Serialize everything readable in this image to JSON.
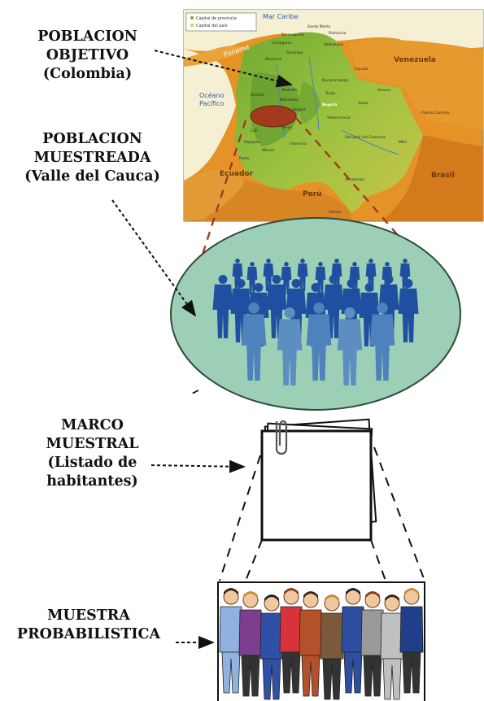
{
  "labels": {
    "poblacion_objetivo": [
      "POBLACION",
      "OBJETIVO",
      "(Colombia)"
    ],
    "poblacion_muestreada": [
      "POBLACION",
      "MUESTREADA",
      "(Valle del Cauca)"
    ],
    "marco_muestral": [
      "MARCO",
      "MUESTRAL",
      "(Listado de",
      "habitantes)"
    ],
    "muestra": [
      "MUESTRA",
      "PROBABILISTICA"
    ]
  },
  "map": {
    "legend": [
      "Capital de provincia",
      "Capital del país"
    ],
    "sea_labels": [
      "Mar Caribe",
      "Océano",
      "Pacífico"
    ],
    "country_labels": [
      "Panamá",
      "Venezuela",
      "Ecuador",
      "Perú",
      "Brasil"
    ],
    "city_labels": [
      "Santa Marta",
      "Barranquilla",
      "Cartagena",
      "Riohacha",
      "Valledupar",
      "Sincelejo",
      "Montería",
      "Cúcuta",
      "Bucaramanga",
      "Medellín",
      "Quibdó",
      "Manizales",
      "Tunja",
      "Bogotá",
      "Ibagué",
      "Yopal",
      "Arauca",
      "Villavicencio",
      "Cali",
      "Neiva",
      "Popayán",
      "Pasto",
      "Mocoa",
      "Florencia",
      "San José del Guaviare",
      "Mitú",
      "Puerto Carreño",
      "Leticia",
      "Amazonas"
    ]
  },
  "colors": {
    "map_ocean": "#f7f1d4",
    "map_lowland": "#e08a1c",
    "map_colombia": "#8fb63a",
    "valle_highlight": "#a33a1e",
    "population_ellipse": "#9ccfb6",
    "people_dark": "#1f4fa0",
    "people_light": "#5c8fc0",
    "dashed_connector": "#a5391e",
    "label_text": "#111111"
  },
  "icons": [
    "paperclip-icon",
    "document-stack-icon",
    "people-crowd-icon",
    "business-people-icon"
  ]
}
